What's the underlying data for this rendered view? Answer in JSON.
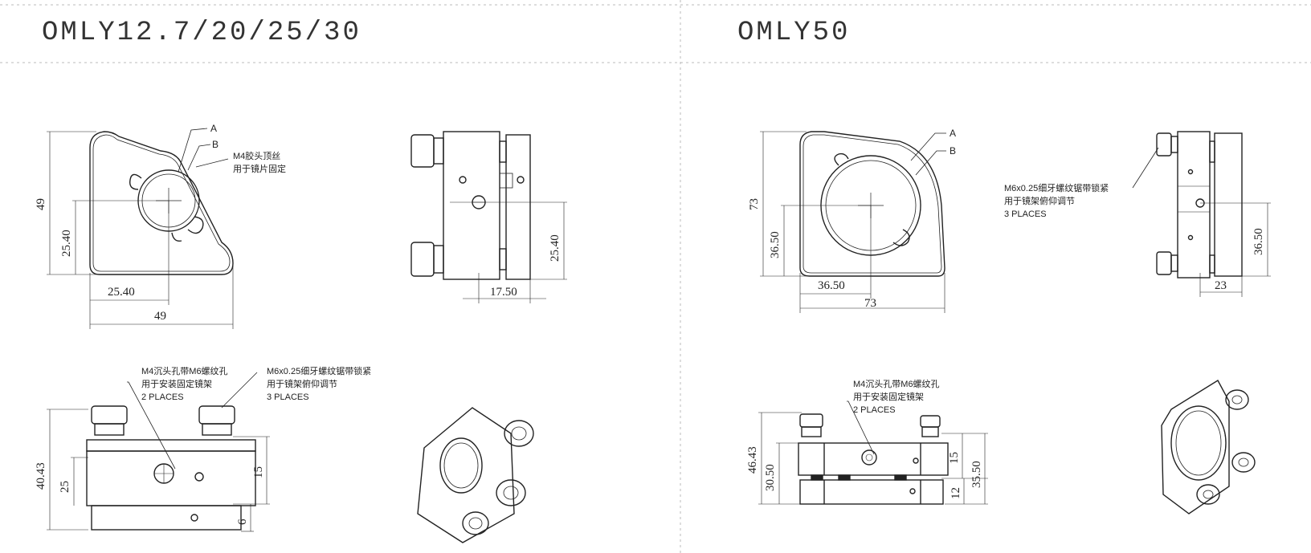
{
  "left": {
    "title": "OMLY12.7/20/25/30",
    "labels": {
      "a": "A",
      "b": "B"
    },
    "front_note": [
      "M4胶头顶丝",
      "用于镜片固定"
    ],
    "front_dims": {
      "height": "49",
      "center_y": "25.40",
      "center_x": "25.40",
      "width": "49"
    },
    "side_dims": {
      "center_y": "25.40",
      "depth": "17.50"
    },
    "bottom_note_1": [
      "M4沉头孔带M6螺纹孔",
      "用于安装固定镜架",
      "2 PLACES"
    ],
    "bottom_note_2": [
      "M6x0.25细牙螺纹锯带锁紧",
      "用于镜架俯仰调节",
      "3 PLACES"
    ],
    "bottom_dims": {
      "total": "40.43",
      "body": "25",
      "upper": "15",
      "base": "6"
    }
  },
  "right": {
    "title": "OMLY50",
    "labels": {
      "a": "A",
      "b": "B"
    },
    "front_dims": {
      "height": "73",
      "center_y": "36.50",
      "center_x": "36.50",
      "width": "73"
    },
    "side_note": [
      "M6x0.25细牙螺纹锯带锁紧",
      "用于镜架俯仰调节",
      "3 PLACES"
    ],
    "side_dims": {
      "center_y": "36.50",
      "depth": "23"
    },
    "bottom_note": [
      "M4沉头孔带M6螺纹孔",
      "用于安装固定镜架",
      "2 PLACES"
    ],
    "bottom_dims": {
      "total": "46.43",
      "body": "30.50",
      "upper": "15",
      "h2": "35.50",
      "base": "12"
    }
  }
}
